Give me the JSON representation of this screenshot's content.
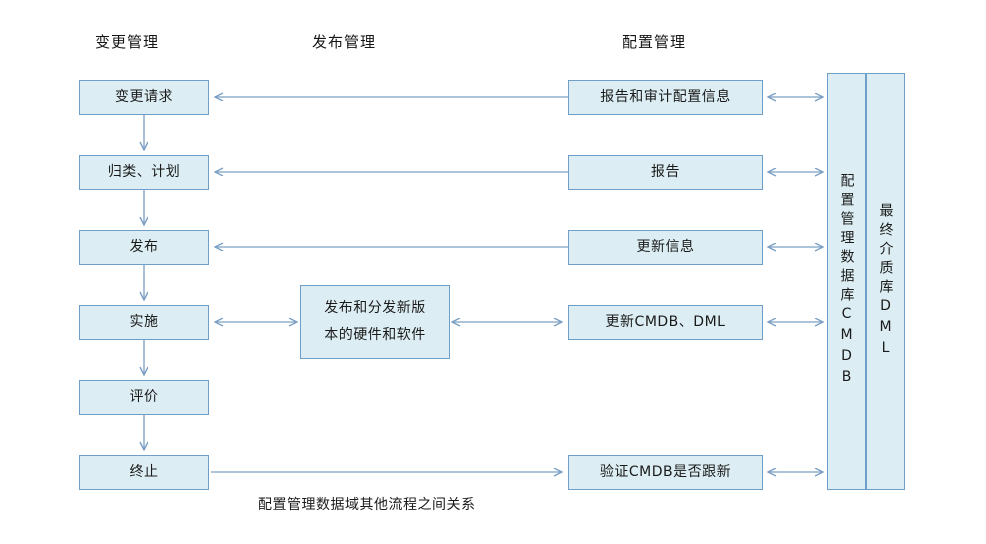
{
  "diagram": {
    "caption": "配置管理数据域其他流程之间关系",
    "columns": [
      {
        "id": "change",
        "label": "变更管理"
      },
      {
        "id": "release",
        "label": "发布管理"
      },
      {
        "id": "config",
        "label": "配置管理"
      }
    ],
    "change_nodes": [
      {
        "id": "change-request",
        "label": "变更请求"
      },
      {
        "id": "classify-plan",
        "label": "归类、计划"
      },
      {
        "id": "publish",
        "label": "发布"
      },
      {
        "id": "implement",
        "label": "实施"
      },
      {
        "id": "evaluate",
        "label": "评价"
      },
      {
        "id": "terminate",
        "label": "终止"
      }
    ],
    "release_nodes": [
      {
        "id": "release-distribute",
        "line1": "发布和分发新版",
        "line2": "本的硬件和软件"
      }
    ],
    "config_nodes": [
      {
        "id": "report-audit-config",
        "label": "报告和审计配置信息"
      },
      {
        "id": "report",
        "label": "报告"
      },
      {
        "id": "update-info",
        "label": "更新信息"
      },
      {
        "id": "update-cmdb-dml",
        "label": "更新CMDB、DML"
      },
      {
        "id": "verify-cmdb",
        "label": "验证CMDB是否跟新"
      }
    ],
    "stores": [
      {
        "id": "cmdb",
        "label": "配置管理数据库CMDB"
      },
      {
        "id": "dml",
        "label": "最终介质库DML"
      }
    ],
    "colors": {
      "node_fill": "#dceef3",
      "node_border": "#6f9fc8",
      "connector": "#7b9fc4",
      "text": "#1a1a1a"
    }
  }
}
